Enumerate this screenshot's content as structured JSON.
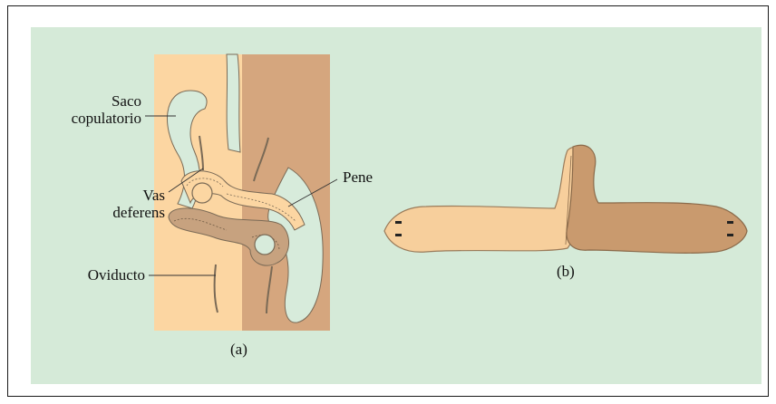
{
  "diagram": {
    "labels": {
      "saco_line1": "Saco",
      "saco_line2": "copulatorio",
      "vas_line1": "Vas",
      "vas_line2": "deferens",
      "pene": "Pene",
      "oviducto": "Oviducto"
    },
    "captions": {
      "a": "(a)",
      "b": "(b)"
    }
  },
  "colors": {
    "background_panel": "#d5ead8",
    "left_tissue": "#fcd6a2",
    "right_tissue": "#d5a67e",
    "cavity": "#d7ebdb",
    "outline": "#7a6a56",
    "worm_light": "#f7cf9c",
    "worm_dark": "#c99a6e"
  }
}
